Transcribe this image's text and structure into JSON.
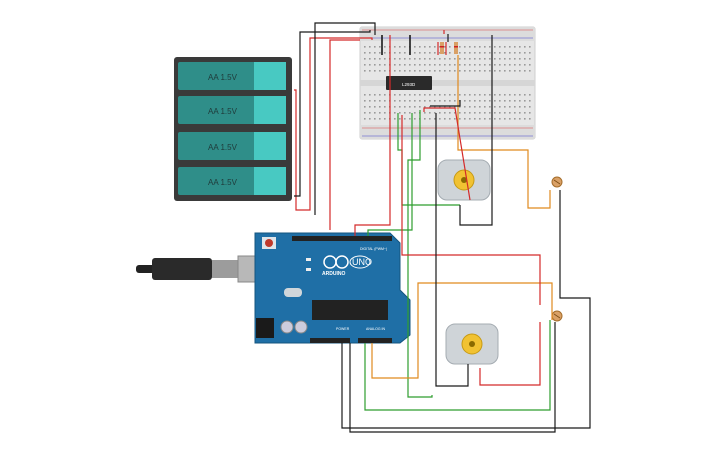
{
  "batteries": [
    {
      "label": "AA 1.5V"
    },
    {
      "label": "AA 1.5V"
    },
    {
      "label": "AA 1.5V"
    },
    {
      "label": "AA 1.5V"
    }
  ],
  "driver_chip": {
    "label": "L293D"
  },
  "arduino": {
    "brand": "ARDUINO",
    "model": "UNO",
    "digital_header_label": "DIGITAL (PWM~)",
    "power_label": "POWER",
    "analog_label": "ANALOG IN"
  },
  "colors": {
    "wire_red": "#d42a2a",
    "wire_black": "#1a1a1a",
    "wire_green": "#2e9e2e",
    "wire_orange": "#e08a1e",
    "arduino_blue": "#1f6fa6",
    "breadboard": "#e8e8e8",
    "battery_teal": "#3bbfb9"
  }
}
